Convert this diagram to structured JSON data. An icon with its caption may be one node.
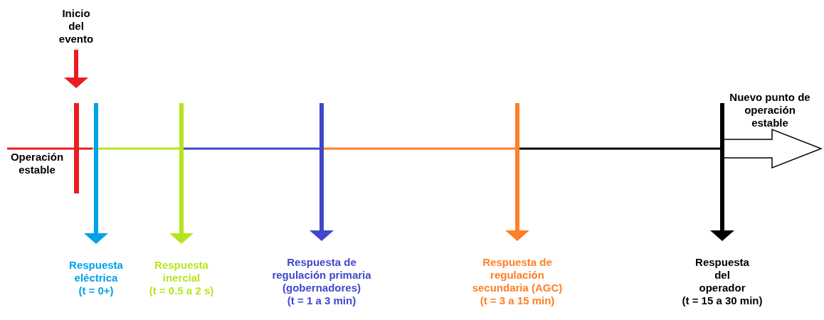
{
  "diagram": {
    "nodes": [
      {
        "text": [
          "Inicio del evento"
        ]
      },
      {
        "text": [],
        "shape": "bar"
      },
      {
        "text": [
          "Respuesta eléctrica",
          "(t = 0+)"
        ]
      },
      {
        "text": [
          "Respuesta inercial",
          "(t = 0.5 a 2 s)"
        ]
      },
      {
        "text": [
          "Respuesta de regulación primaria (gobernadores)",
          "(t = 1 a 3 min)"
        ]
      },
      {
        "text": [
          "Respuesta de regulación secundaria (AGC)",
          "(t = 3 a 15 min)"
        ]
      },
      {
        "text": [
          "Respuesta del operador",
          "(t = 15 a 30 min)"
        ]
      }
    ],
    "edges": [
      {
        "from": 0,
        "to": 1,
        "arrow": "to",
        "color": "#ed1c24"
      },
      {
        "from": null,
        "to": 2,
        "arrow": "to",
        "color": "#00a2e8"
      },
      {
        "from": null,
        "to": 3,
        "arrow": "to",
        "color": "#b5e61d"
      },
      {
        "from": null,
        "to": 4,
        "arrow": "to",
        "color": "#3f48cc"
      },
      {
        "from": null,
        "to": 5,
        "arrow": "to",
        "color": "#ff7f27"
      },
      {
        "from": null,
        "to": 6,
        "arrow": "to",
        "color": "#000000"
      }
    ],
    "labels": [
      "Operación estable",
      "Nuevo punto de operación estable"
    ]
  }
}
